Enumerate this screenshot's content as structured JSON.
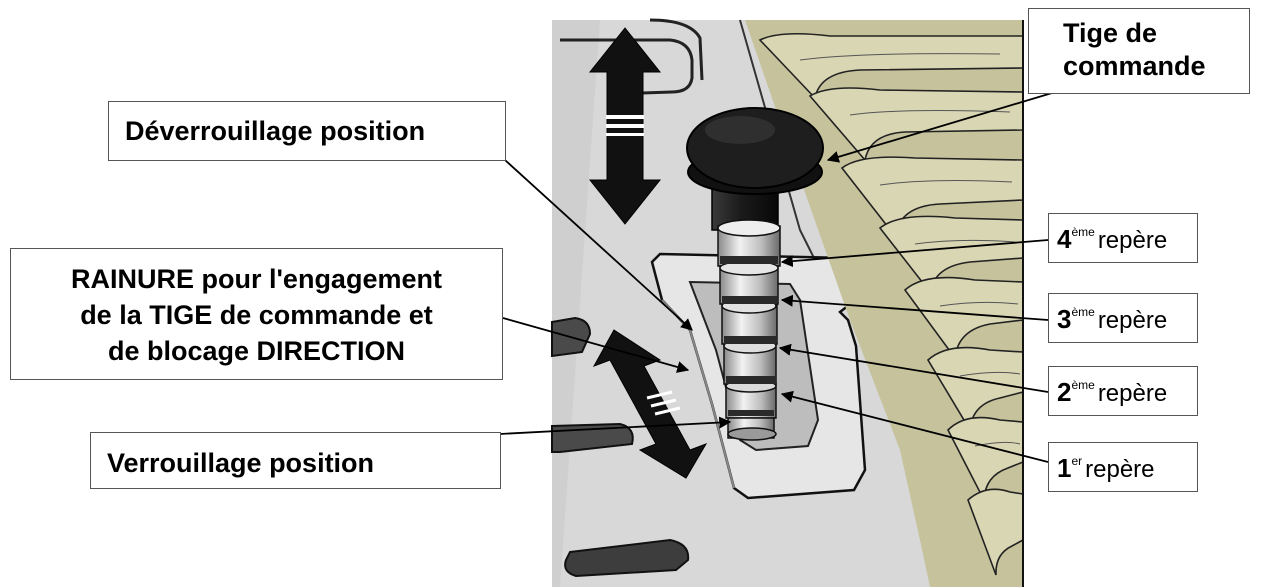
{
  "labels": {
    "control_rod": [
      "Tige de",
      "commande"
    ],
    "unlock_position": "Déverrouillage position",
    "groove": [
      "RAINURE pour l'engagement",
      "de la TIGE de commande et",
      "de blocage DIRECTION"
    ],
    "lock_position": "Verrouillage position",
    "marks": [
      {
        "num": "4",
        "sup": "ème",
        "word": "repère"
      },
      {
        "num": "3",
        "sup": "ème",
        "word": "repère"
      },
      {
        "num": "2",
        "sup": "ème",
        "word": "repère"
      },
      {
        "num": "1",
        "sup": "er",
        "word": "repère"
      }
    ]
  },
  "colors": {
    "metal_light": "#d6d6d6",
    "metal_shadow": "#a9a9a9",
    "fins": "#c9c7a2",
    "fin_shadow": "#8e8b65",
    "rod": "#1b1b1b",
    "outline": "#000000"
  }
}
